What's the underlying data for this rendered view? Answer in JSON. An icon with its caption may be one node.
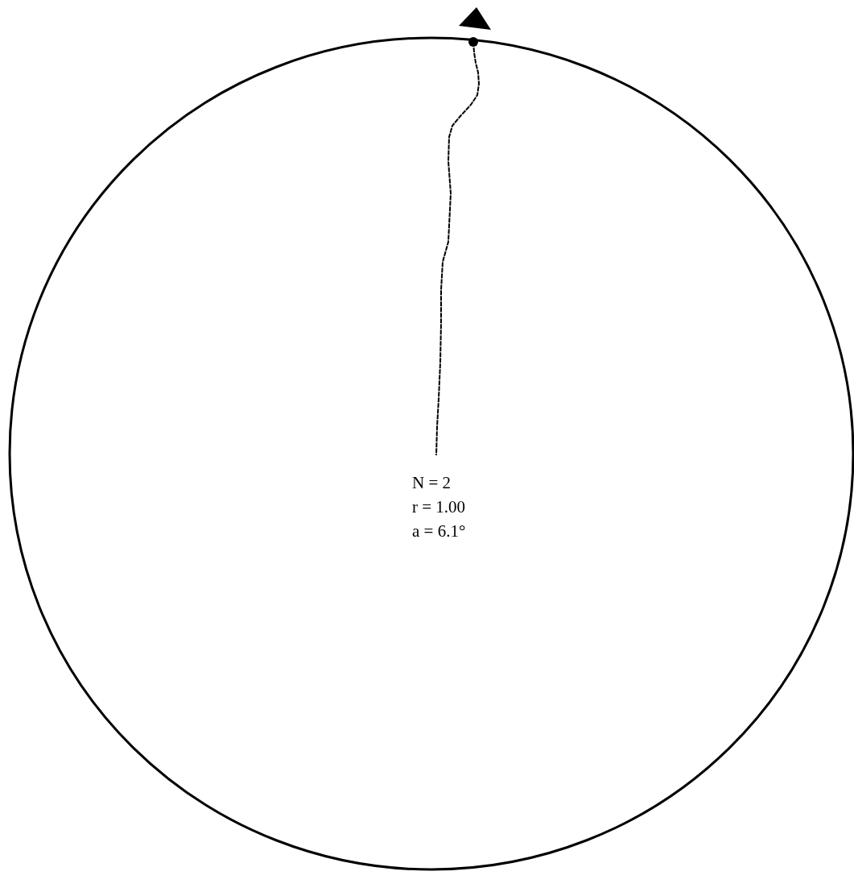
{
  "diagram": {
    "labels": [
      "N = 2",
      "r = 1.00",
      "a = 6.1°"
    ]
  }
}
